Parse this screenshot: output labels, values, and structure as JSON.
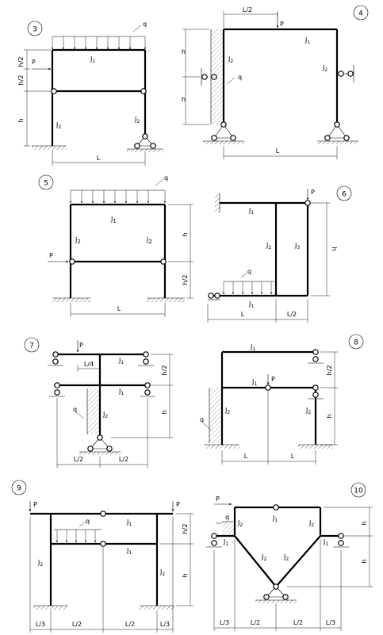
{
  "schemes": [
    {
      "number": "3",
      "load": "q",
      "force": "P",
      "beam_stiffness": "J",
      "beam_index": "1",
      "column_left_stiffness": "J",
      "column_left_index": "2",
      "column_right_stiffness": "J",
      "column_right_index": "2",
      "dim_h_half_a": "h/2",
      "dim_h_half_b": "h/2",
      "dim_h": "h",
      "dim_L": "L"
    },
    {
      "number": "4",
      "force": "P",
      "load": "q",
      "beam_stiffness": "J",
      "beam_index": "1",
      "column_left_stiffness": "J",
      "column_left_index": "2",
      "column_right_stiffness": "J",
      "column_right_index": "2",
      "dim_L_half": "L/2",
      "dim_h_a": "h",
      "dim_h_b": "h",
      "dim_L": "L"
    },
    {
      "number": "5",
      "load": "q",
      "force": "P",
      "beam_stiffness": "J",
      "beam_index": "1",
      "column_left_stiffness": "J",
      "column_left_index": "2",
      "column_right_stiffness": "J",
      "column_right_index": "2",
      "dim_h": "h",
      "dim_h_half": "h/2",
      "dim_L": "L"
    },
    {
      "number": "6",
      "force": "P",
      "load": "q",
      "top_beam_stiffness": "J",
      "top_beam_index": "1",
      "bottom_beam_stiffness": "J",
      "bottom_beam_index": "1",
      "column_left_stiffness": "J",
      "column_left_index": "2",
      "column_right_stiffness": "J",
      "column_right_index": "3",
      "dim_h": "h",
      "dim_L": "L",
      "dim_L_half": "L/2"
    },
    {
      "number": "7",
      "force": "P",
      "load": "q",
      "top_beam_stiffness": "J",
      "top_beam_index": "1",
      "bottom_beam_stiffness": "J",
      "bottom_beam_index": "1",
      "column_stiffness": "J",
      "column_index": "2",
      "dim_L_quarter": "L/4",
      "dim_h_half": "h/2",
      "dim_h": "h",
      "dim_L_half_a": "L/2",
      "dim_L_half_b": "L/2"
    },
    {
      "number": "8",
      "force": "P",
      "load": "q",
      "top_beam_stiffness": "J",
      "top_beam_index": "1",
      "mid_beam_stiffness": "J",
      "mid_beam_index": "1",
      "column_left_stiffness": "J",
      "column_left_index": "2",
      "column_right_stiffness": "J",
      "column_right_index": "2",
      "dim_h_half": "h/2",
      "dim_h": "h",
      "dim_L_a": "L",
      "dim_L_b": "L"
    },
    {
      "number": "9",
      "force_left": "P",
      "force_right": "P",
      "load": "q",
      "top_beam_stiffness": "J",
      "top_beam_index": "1",
      "mid_beam_stiffness": "J",
      "mid_beam_index": "1",
      "column_left_stiffness": "J",
      "column_left_index": "2",
      "column_right_stiffness": "J",
      "column_right_index": "2",
      "dim_h_half": "h/2",
      "dim_h": "h",
      "dim_L_third_a": "L/3",
      "dim_L_half_a": "L/2",
      "dim_L_half_b": "L/2",
      "dim_L_third_b": "L/3"
    },
    {
      "number": "10",
      "force": "P",
      "load": "q",
      "top_beam_stiffness": "J",
      "top_beam_index": "1",
      "arm_left_stiffness": "J",
      "arm_left_index": "1",
      "arm_right_stiffness": "J",
      "arm_right_index": "1",
      "column_left_stiffness": "J",
      "column_left_index": "2",
      "column_right_stiffness": "J",
      "column_right_index": "2",
      "diag_left_stiffness": "J",
      "diag_left_index": "2",
      "diag_right_stiffness": "J",
      "diag_right_index": "2",
      "dim_h_a": "h",
      "dim_h_b": "h",
      "dim_L_third_a": "L/3",
      "dim_L_half_a": "L/2",
      "dim_L_half_b": "L/2",
      "dim_L_third_b": "L/3"
    }
  ]
}
